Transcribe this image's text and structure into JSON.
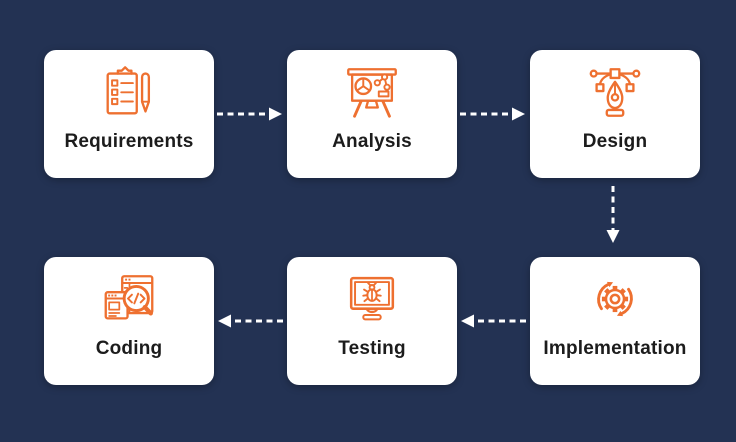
{
  "app": {
    "background_color": "#233253",
    "card_color": "#ffffff",
    "accent_color": "#EE7030",
    "label_color": "#1c1c1c",
    "arrow_color": "#ffffff"
  },
  "diagram": {
    "name": "software-development-life-cycle-flow",
    "steps": [
      {
        "label": "Requirements",
        "icon": "clipboard-checklist-icon"
      },
      {
        "label": "Analysis",
        "icon": "presentation-chart-icon"
      },
      {
        "label": "Design",
        "icon": "pen-tool-bezier-icon"
      },
      {
        "label": "Implementation",
        "icon": "gear-sync-arrows-icon"
      },
      {
        "label": "Testing",
        "icon": "bug-monitor-icon"
      },
      {
        "label": "Coding",
        "icon": "code-search-windows-icon"
      }
    ],
    "connections": [
      {
        "from": "Requirements",
        "to": "Analysis",
        "direction": "right",
        "style": "dashed"
      },
      {
        "from": "Analysis",
        "to": "Design",
        "direction": "right",
        "style": "dashed"
      },
      {
        "from": "Design",
        "to": "Implementation",
        "direction": "down",
        "style": "dashed"
      },
      {
        "from": "Implementation",
        "to": "Testing",
        "direction": "left",
        "style": "dashed"
      },
      {
        "from": "Testing",
        "to": "Coding",
        "direction": "left",
        "style": "dashed"
      }
    ]
  }
}
